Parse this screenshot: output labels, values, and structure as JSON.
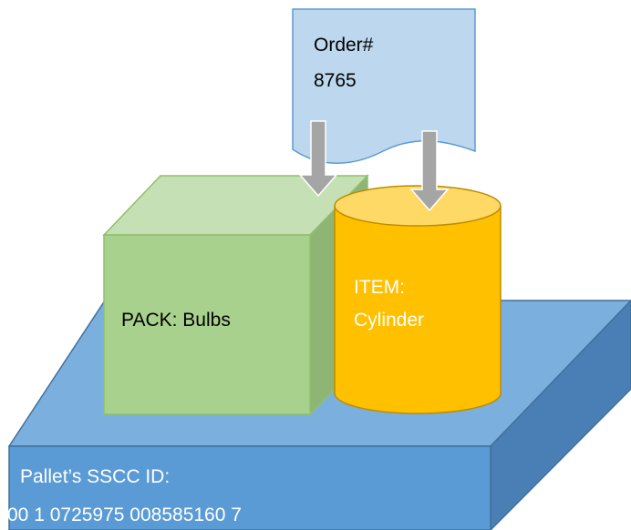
{
  "order_doc": {
    "line1": "Order#",
    "line2": "8765"
  },
  "pack": {
    "label": "PACK: Bulbs"
  },
  "item": {
    "line1": "ITEM:",
    "line2": "Cylinder"
  },
  "pallet": {
    "line1": "Pallet’s SSCC ID:",
    "line2": "00 1 0725975 008585160 7"
  },
  "colors": {
    "pallet_front": "#5b9bd5",
    "pallet_top": "#7bafde",
    "pallet_side": "#4a7fb5",
    "pallet_edge": "#41719c",
    "cube_front": "#a9d18e",
    "cube_top": "#c5e0b4",
    "cube_side": "#8fb575",
    "cube_edge": "#8fbf6d",
    "cylinder_body": "#ffc000",
    "cylinder_top": "#ffd966",
    "cylinder_edge": "#bc8c00",
    "document_fill": "#bdd7ee",
    "document_edge": "#5b9bd5",
    "arrow_fill": "#a5a5a5",
    "arrow_edge": "#ffffff",
    "text_dark": "#000000",
    "text_light": "#ffffff"
  }
}
